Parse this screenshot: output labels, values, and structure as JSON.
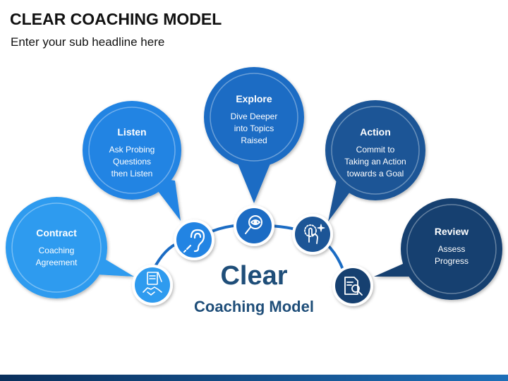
{
  "title": "CLEAR COACHING MODEL",
  "subtitle": "Enter your sub headline here",
  "center": {
    "word": "Clear",
    "sub": "Coaching Model"
  },
  "steps": [
    {
      "title": "Contract",
      "desc": "Coaching\nAgreement",
      "color": "#2E9BEF",
      "icon": "handshake-document-icon"
    },
    {
      "title": "Listen",
      "desc": "Ask Probing\nQuestions\nthen Listen",
      "color": "#2384E3",
      "icon": "hearing-ear-icon"
    },
    {
      "title": "Explore",
      "desc": "Dive Deeper\ninto Topics\nRaised",
      "color": "#1B6CC4",
      "icon": "magnifier-eye-icon"
    },
    {
      "title": "Action",
      "desc": "Commit to\nTaking an Action\ntowards a Goal",
      "color": "#1A5596",
      "icon": "touch-hand-icon"
    },
    {
      "title": "Review",
      "desc": "Assess\nProgress",
      "color": "#143F6F",
      "icon": "document-search-icon"
    }
  ]
}
